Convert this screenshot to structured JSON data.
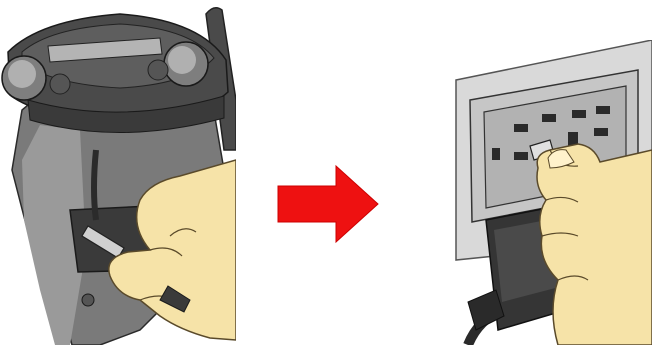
{
  "illustration": {
    "step_from": "connect-adapter-cable-to-device",
    "step_to": "plug-adapter-into-wall-outlet",
    "icons": {
      "left": "device-connection-illustration",
      "arrow": "right-arrow-icon",
      "right": "wall-outlet-illustration"
    }
  },
  "colors": {
    "arrow": "#ee1111",
    "skin": "#f6e3a8",
    "skin_outline": "#5a4a2a",
    "device_dark": "#4a4a4a",
    "device_mid": "#7a7a7a",
    "device_light": "#b4b4b4",
    "wall": "#d9d9d9",
    "outlet_plate": "#c6c6c6",
    "adapter_dark": "#353535"
  }
}
